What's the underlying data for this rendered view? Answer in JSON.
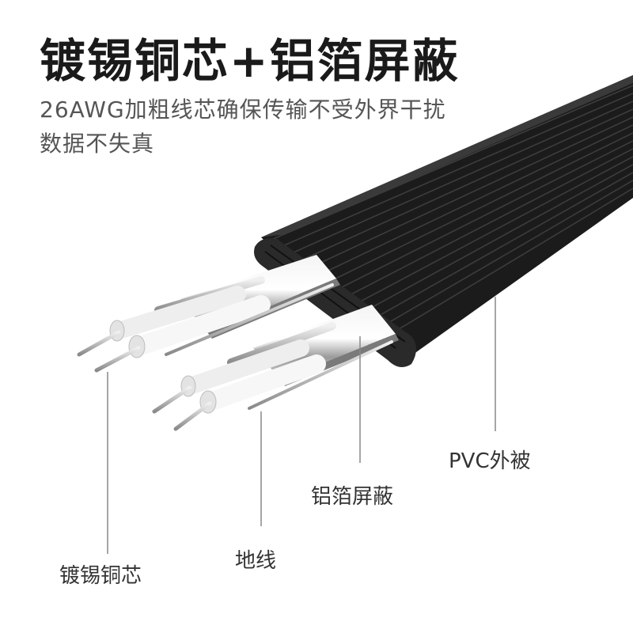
{
  "headline": "镀锡铜芯+铝箔屏蔽",
  "subtitle_line1": "26AWG加粗线芯确保传输不受外界干扰",
  "subtitle_line2": "数据不失真",
  "callouts": {
    "tinned_copper_core": "镀锡铜芯",
    "ground_wire": "地线",
    "aluminum_foil_shield": "铝箔屏蔽",
    "pvc_jacket": "PVC外被"
  },
  "colors": {
    "jacket": "#1b1b1b",
    "foil": "#d8d8d8",
    "conductor": "#c9c9c9",
    "leader_line": "#888888",
    "label_text": "#333333"
  }
}
